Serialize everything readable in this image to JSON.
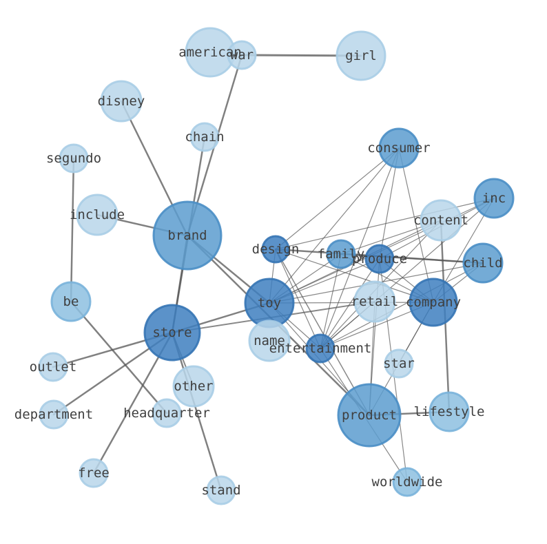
{
  "diagram": {
    "type": "network",
    "colors": {
      "edge": "#555555",
      "node_light": "#b9d6ea",
      "node_light_stroke": "#a9cde6",
      "node_mid": "#8dc0e0",
      "node_mid_stroke": "#79b3da",
      "node_strong": "#5c9ccf",
      "node_strong_stroke": "#4a8ec5",
      "node_dark": "#3e7fbf",
      "node_dark_stroke": "#3574b4",
      "label": "#3f3f3f"
    },
    "nodes": [
      {
        "id": "american",
        "label": "american",
        "level": "light"
      },
      {
        "id": "war",
        "label": "war",
        "level": "light"
      },
      {
        "id": "girl",
        "label": "girl",
        "level": "light"
      },
      {
        "id": "disney",
        "label": "disney",
        "level": "light"
      },
      {
        "id": "chain",
        "label": "chain",
        "level": "light"
      },
      {
        "id": "consumer",
        "label": "consumer",
        "level": "strong"
      },
      {
        "id": "segundo",
        "label": "segundo",
        "level": "light"
      },
      {
        "id": "inc",
        "label": "inc",
        "level": "strong"
      },
      {
        "id": "include",
        "label": "include",
        "level": "light"
      },
      {
        "id": "content",
        "label": "content",
        "level": "light"
      },
      {
        "id": "brand",
        "label": "brand",
        "level": "strong"
      },
      {
        "id": "design",
        "label": "design",
        "level": "dark"
      },
      {
        "id": "family",
        "label": "family",
        "level": "strong"
      },
      {
        "id": "produce",
        "label": "produce",
        "level": "dark"
      },
      {
        "id": "child",
        "label": "child",
        "level": "strong"
      },
      {
        "id": "be",
        "label": "be",
        "level": "mid"
      },
      {
        "id": "toy",
        "label": "toy",
        "level": "dark"
      },
      {
        "id": "retail",
        "label": "retail",
        "level": "light"
      },
      {
        "id": "company",
        "label": "company",
        "level": "dark"
      },
      {
        "id": "store",
        "label": "store",
        "level": "dark"
      },
      {
        "id": "name",
        "label": "name",
        "level": "light"
      },
      {
        "id": "entertainment",
        "label": "entertainment",
        "level": "dark"
      },
      {
        "id": "outlet",
        "label": "outlet",
        "level": "light"
      },
      {
        "id": "star",
        "label": "star",
        "level": "light"
      },
      {
        "id": "other",
        "label": "other",
        "level": "light"
      },
      {
        "id": "department",
        "label": "department",
        "level": "light"
      },
      {
        "id": "headquarter",
        "label": "headquarter",
        "level": "light"
      },
      {
        "id": "product",
        "label": "product",
        "level": "strong"
      },
      {
        "id": "lifestyle",
        "label": "lifestyle",
        "level": "mid"
      },
      {
        "id": "free",
        "label": "free",
        "level": "light"
      },
      {
        "id": "stand",
        "label": "stand",
        "level": "light"
      },
      {
        "id": "worldwide",
        "label": "worldwide",
        "level": "mid"
      }
    ],
    "edges": [
      {
        "source": "war",
        "target": "girl",
        "weight": 3
      },
      {
        "source": "war",
        "target": "brand",
        "weight": 2.5
      },
      {
        "source": "disney",
        "target": "brand",
        "weight": 2.5
      },
      {
        "source": "chain",
        "target": "store",
        "weight": 2.5
      },
      {
        "source": "segundo",
        "target": "be",
        "weight": 2.5
      },
      {
        "source": "include",
        "target": "brand",
        "weight": 2.5
      },
      {
        "source": "brand",
        "target": "store",
        "weight": 2.5
      },
      {
        "source": "brand",
        "target": "toy",
        "weight": 2.5
      },
      {
        "source": "brand",
        "target": "product",
        "weight": 2.5
      },
      {
        "source": "be",
        "target": "headquarter",
        "weight": 2.5
      },
      {
        "source": "store",
        "target": "toy",
        "weight": 2.5
      },
      {
        "source": "store",
        "target": "retail",
        "weight": 2
      },
      {
        "source": "store",
        "target": "outlet",
        "weight": 2.5
      },
      {
        "source": "store",
        "target": "department",
        "weight": 2.5
      },
      {
        "source": "store",
        "target": "free",
        "weight": 2.5
      },
      {
        "source": "store",
        "target": "stand",
        "weight": 2.5
      },
      {
        "source": "store",
        "target": "other",
        "weight": 2
      },
      {
        "source": "product",
        "target": "lifestyle",
        "weight": 2.5
      },
      {
        "source": "content",
        "target": "lifestyle",
        "weight": 2.5
      },
      {
        "source": "design",
        "target": "child",
        "weight": 2.5
      },
      {
        "source": "family",
        "target": "child",
        "weight": 2
      },
      {
        "source": "consumer",
        "target": "design",
        "weight": 1.2
      },
      {
        "source": "consumer",
        "target": "entertainment",
        "weight": 1.2
      },
      {
        "source": "consumer",
        "target": "company",
        "weight": 1.2
      },
      {
        "source": "consumer",
        "target": "produce",
        "weight": 1.2
      },
      {
        "source": "consumer",
        "target": "toy",
        "weight": 1.2
      },
      {
        "source": "inc",
        "target": "design",
        "weight": 1.2
      },
      {
        "source": "inc",
        "target": "company",
        "weight": 1.2
      },
      {
        "source": "inc",
        "target": "entertainment",
        "weight": 1.2
      },
      {
        "source": "inc",
        "target": "produce",
        "weight": 1.2
      },
      {
        "source": "content",
        "target": "family",
        "weight": 1.2
      },
      {
        "source": "content",
        "target": "toy",
        "weight": 1.2
      },
      {
        "source": "content",
        "target": "entertainment",
        "weight": 1.2
      },
      {
        "source": "design",
        "target": "toy",
        "weight": 1.2
      },
      {
        "source": "design",
        "target": "entertainment",
        "weight": 1.2
      },
      {
        "source": "design",
        "target": "product",
        "weight": 1.5
      },
      {
        "source": "design",
        "target": "company",
        "weight": 1.2
      },
      {
        "source": "family",
        "target": "toy",
        "weight": 1.2
      },
      {
        "source": "family",
        "target": "entertainment",
        "weight": 1.2
      },
      {
        "source": "family",
        "target": "company",
        "weight": 1.2
      },
      {
        "source": "produce",
        "target": "toy",
        "weight": 1.2
      },
      {
        "source": "produce",
        "target": "entertainment",
        "weight": 1.2
      },
      {
        "source": "produce",
        "target": "company",
        "weight": 1.2
      },
      {
        "source": "produce",
        "target": "product",
        "weight": 1.2
      },
      {
        "source": "produce",
        "target": "worldwide",
        "weight": 1.2
      },
      {
        "source": "child",
        "target": "entertainment",
        "weight": 1.2
      },
      {
        "source": "child",
        "target": "company",
        "weight": 1.2
      },
      {
        "source": "child",
        "target": "toy",
        "weight": 1.2
      },
      {
        "source": "toy",
        "target": "company",
        "weight": 1.2
      },
      {
        "source": "toy",
        "target": "entertainment",
        "weight": 1.2
      },
      {
        "source": "toy",
        "target": "product",
        "weight": 1.2
      },
      {
        "source": "retail",
        "target": "entertainment",
        "weight": 1.2
      },
      {
        "source": "retail",
        "target": "product",
        "weight": 1.2
      },
      {
        "source": "company",
        "target": "entertainment",
        "weight": 1.2
      },
      {
        "source": "company",
        "target": "star",
        "weight": 1.2
      },
      {
        "source": "company",
        "target": "product",
        "weight": 1.2
      },
      {
        "source": "entertainment",
        "target": "worldwide",
        "weight": 1.2
      },
      {
        "source": "inc",
        "target": "toy",
        "weight": 1.2
      }
    ]
  }
}
